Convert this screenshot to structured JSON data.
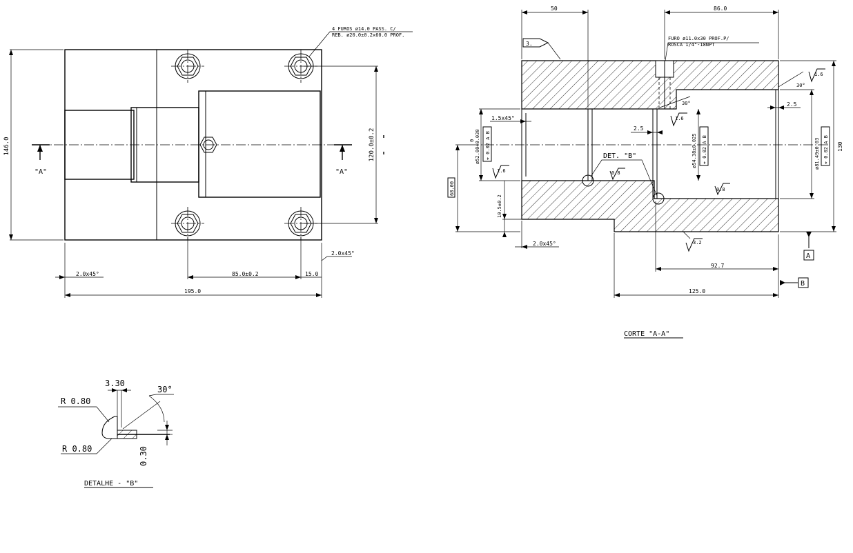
{
  "left_view": {
    "note_holes_line1": "4 FUROS ø14.0 PASS. C/",
    "note_holes_line2": "REB. ø20.0±0.2x60.0 PROF.",
    "dim_height": "146.0",
    "dim_bolt_spacing_v": "120.0±0.2",
    "section_mark": "\"A\"",
    "dim_chamfer_left": "2.0x45°",
    "dim_chamfer_right": "2.0x45°",
    "dim_bolt_spacing_h": "85.0±0.2",
    "dim_edge": "15.0",
    "dim_length": "195.0"
  },
  "section_view": {
    "dim_top_left": "50",
    "dim_top_right": "86.0",
    "note_port_line1": "FURO ø11.0x30 PROF.P/",
    "note_port_line2": "ROSCA 1/4\"-18NPT",
    "surface_symbol": "3.",
    "roughness_1_6": "1.6",
    "roughness_0_8": "0.8",
    "roughness_3_2": "3.2",
    "angle_30": "30°",
    "dim_chamfer_inner": "1.5x45°",
    "dim_2_5_left": "2.5",
    "dim_2_5_right": "2.5",
    "dim_bore_small": "ø52.00+0.030",
    "dim_bore_small_tol": "0",
    "tol_frame_small": "⌖ 0.02 A B",
    "dim_bore_mid": "ø54.38±0.025",
    "tol_frame_mid": "⌖ 0.02 A B",
    "dim_bore_large": "ø81.49±0.03",
    "tol_frame_large": "⌖ 0.02 A B",
    "dim_130": "130",
    "dim_68": "68.00",
    "dim_10_5": "10.5±0.2",
    "detail_ref": "DET. \"B\"",
    "dim_chamfer_bottom": "2.0x45°",
    "dim_92_7": "92.7",
    "dim_125": "125.0",
    "datum_a": "A",
    "datum_b": "B",
    "title": "CORTE \"A-A\""
  },
  "detail_view": {
    "dim_3_30": "3.30",
    "angle_30": "30°",
    "radius_top": "R 0.80",
    "radius_bottom": "R 0.80",
    "dim_0_30": "0.30",
    "title": "DETALHE - \"B\""
  }
}
